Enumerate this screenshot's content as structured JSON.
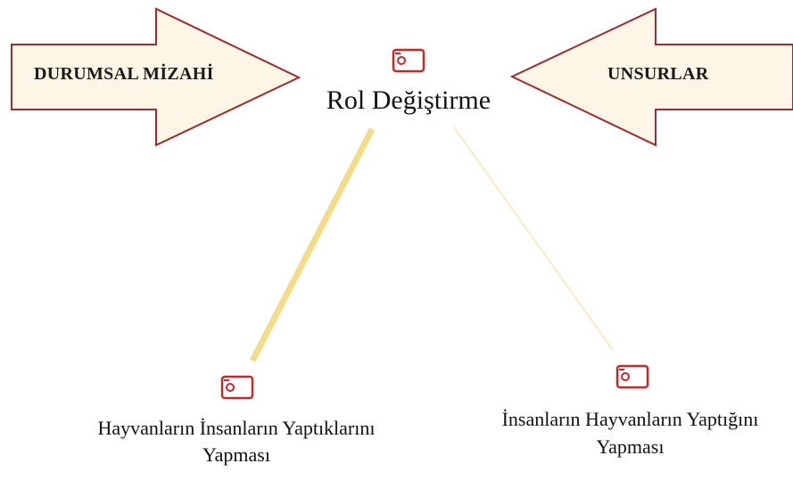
{
  "arrows": {
    "left_label": "DURUMSAL MİZAHİ",
    "right_label": "UNSURLAR"
  },
  "nodes": {
    "center": {
      "label": "Rol Değiştirme"
    },
    "left_child": {
      "line1": "Hayvanların İnsanların Yaptıklarını",
      "line2": "Yapması"
    },
    "right_child": {
      "line1": "İnsanların Hayvanların Yaptığını",
      "line2": "Yapması"
    }
  },
  "colors": {
    "arrow_fill": "#fdf5e6",
    "arrow_stroke": "#9b2d2d",
    "node_icon": "#c62828",
    "link_left": "#f2dc8a",
    "link_right": "#f7ecc0"
  }
}
